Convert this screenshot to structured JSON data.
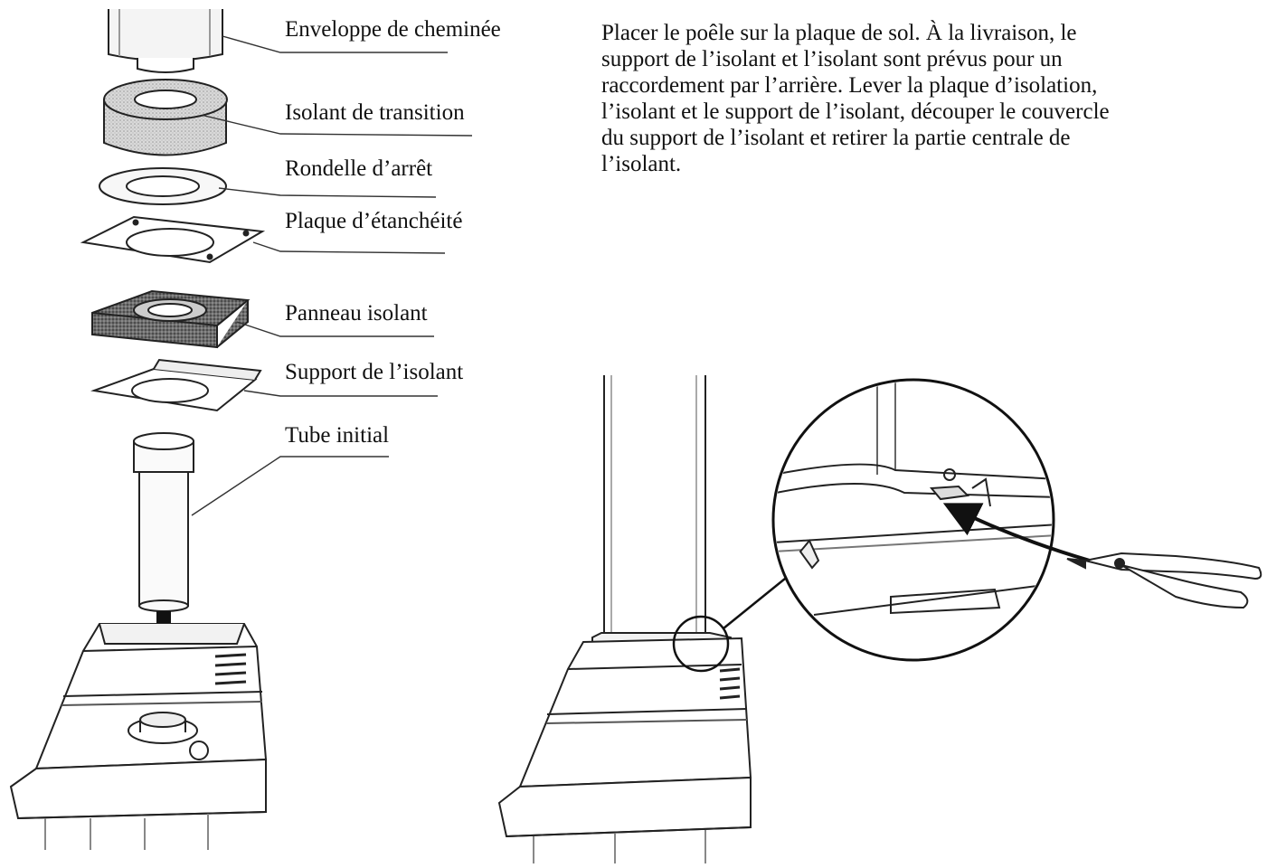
{
  "labels": [
    "Enveloppe de cheminée",
    "Isolant de transition",
    "Rondelle d’arrêt",
    "Plaque d’étanchéité",
    "Panneau isolant",
    "Support de l’isolant",
    "Tube initial"
  ],
  "instructions": [
    "Placer le poêle sur la plaque de sol. À la livraison, le",
    "support de l’isolant et l’isolant sont prévus pour un",
    "raccordement par l’arrière. Lever la plaque d’isolation,",
    "l’isolant et le support de l’isolant, découper le couvercle",
    "du support de l’isolant et retirer la partie centrale de",
    "l’isolant."
  ]
}
